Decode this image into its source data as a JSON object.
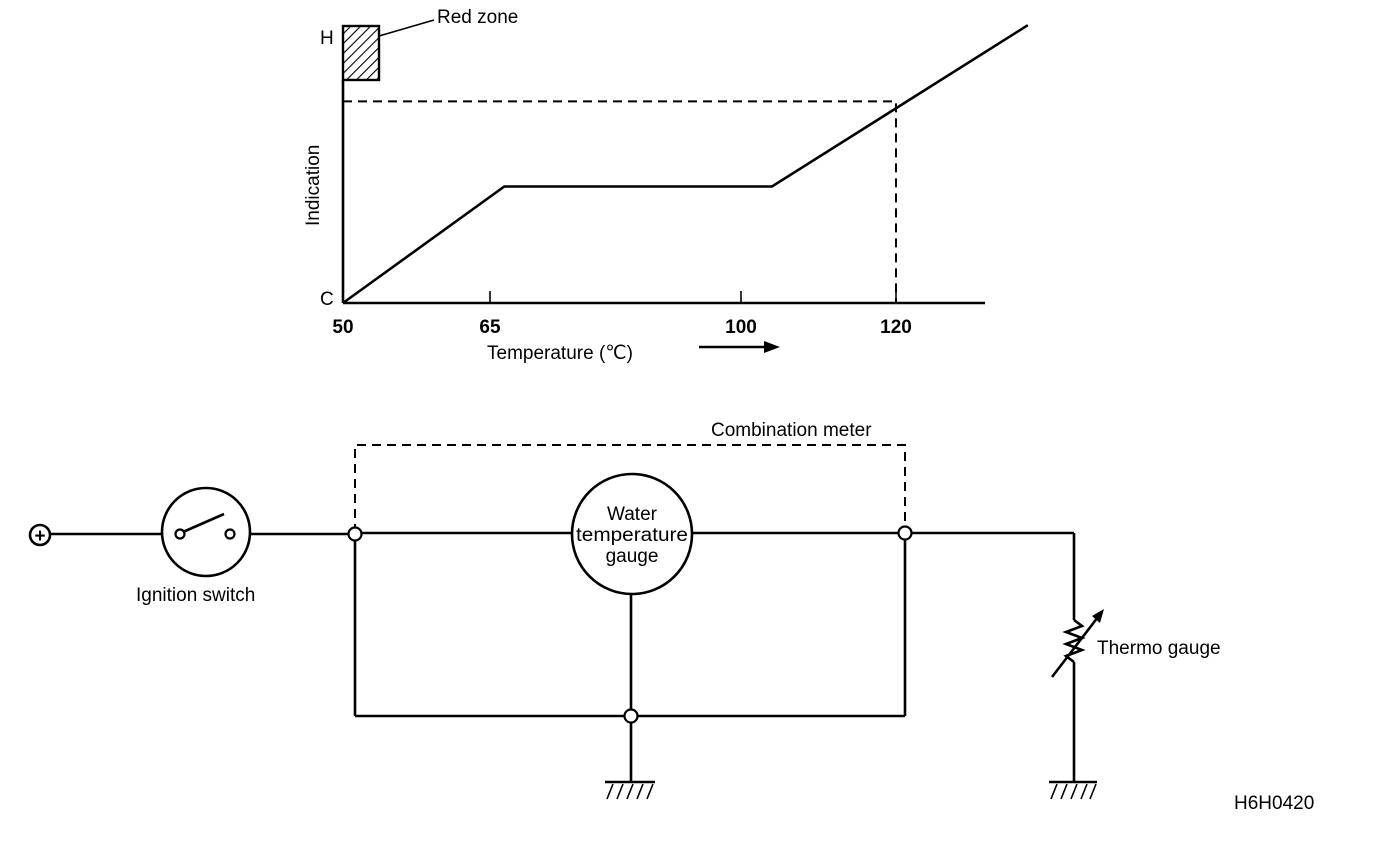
{
  "graph": {
    "axis_top_label": "H",
    "axis_bottom_label": "C",
    "red_zone_label": "Red zone",
    "y_axis_label": "Indication",
    "x_axis_label": "Temperature (℃)",
    "x_ticks": [
      "50",
      "65",
      "100",
      "120"
    ],
    "curve": [
      [
        50,
        0
      ],
      [
        67,
        0.52
      ],
      [
        104,
        0.52
      ],
      [
        137,
        1.24
      ]
    ],
    "marker_temperature": 120,
    "marker_level": 0.9
  },
  "circuit": {
    "combination_meter_label": "Combination meter",
    "ignition_switch_label": "Ignition switch",
    "gauge_label_lines": [
      "Water",
      "temperature",
      "gauge"
    ],
    "thermo_gauge_label": "Thermo gauge",
    "battery_symbol": "+"
  },
  "figure_code": "H6H0420"
}
